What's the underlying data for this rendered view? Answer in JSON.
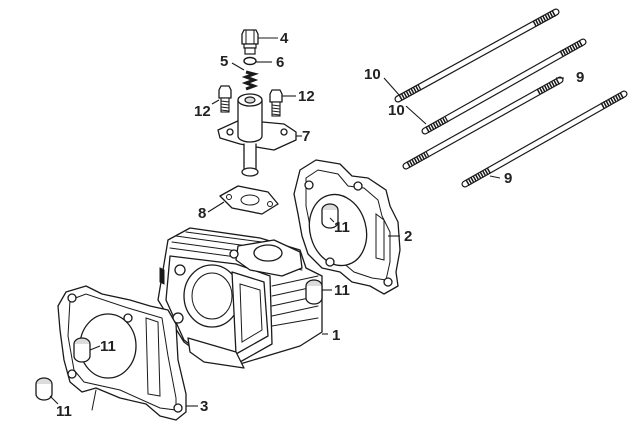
{
  "diagram": {
    "callouts": {
      "cylinder": "1",
      "gasket_upper": "2",
      "gasket_lower": "3",
      "bolt_top": "4",
      "spring": "5",
      "oring": "6",
      "tensioner": "7",
      "tensioner_gasket": "8",
      "stud_9_a": "9",
      "stud_9_b": "9",
      "stud_10_a": "10",
      "stud_10_b": "10",
      "dowel_a": "11",
      "dowel_b": "11",
      "dowel_c": "11",
      "dowel_d": "11",
      "bolt_left": "12",
      "bolt_right": "12"
    }
  }
}
